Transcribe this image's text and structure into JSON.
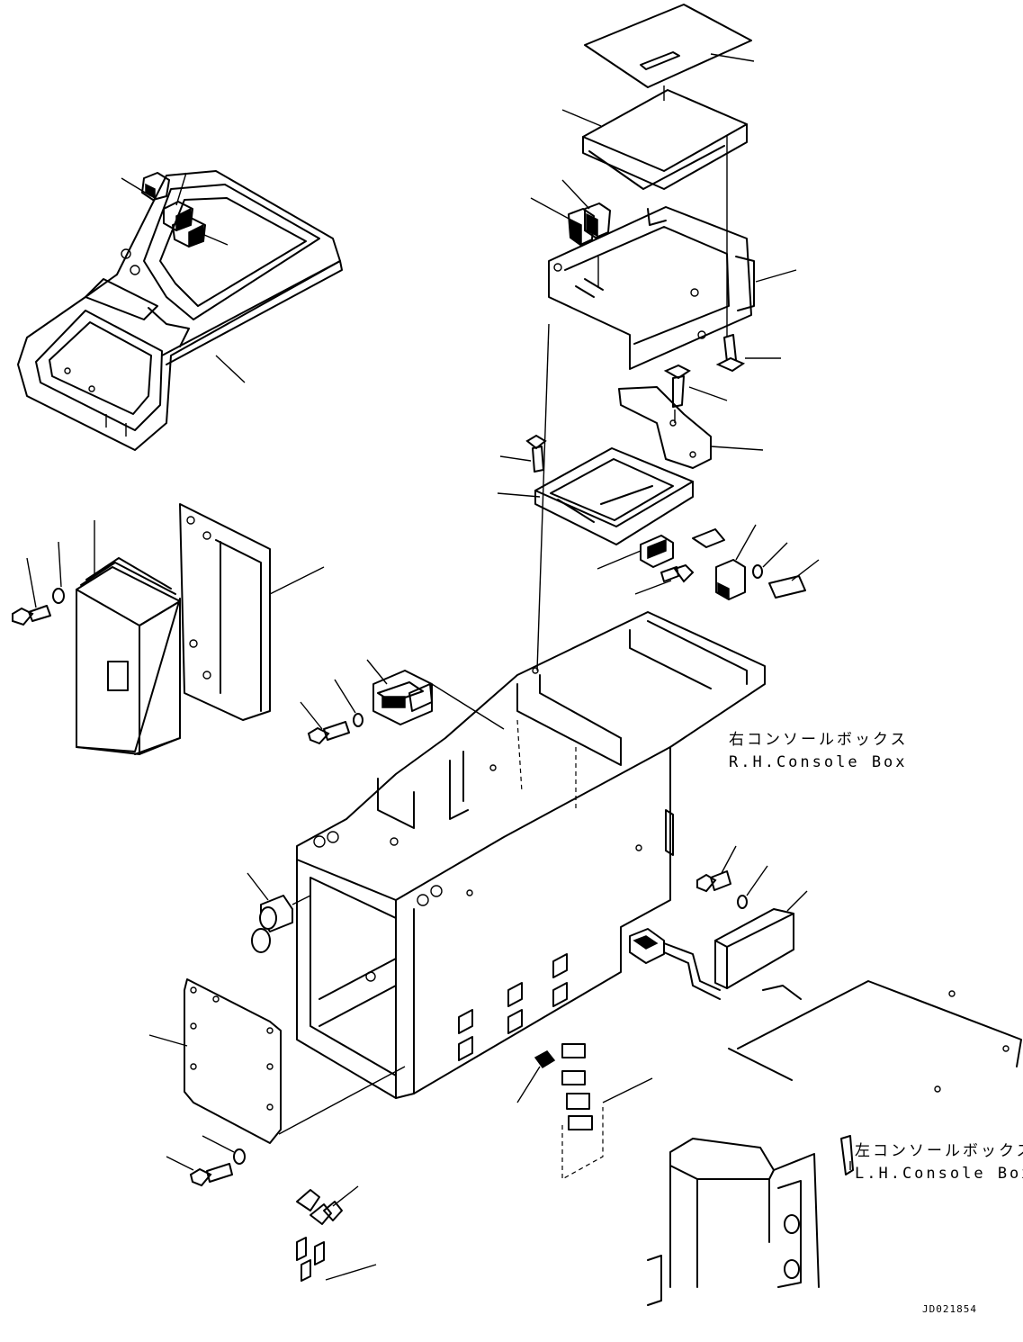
{
  "labels": {
    "rh_console_jp": "右コンソールボックス",
    "rh_console_en": "R.H.Console Box",
    "lh_console_jp": "左コンソールボックス",
    "lh_console_en": "L.H.Console Box"
  },
  "drawing_code": "JD021854"
}
